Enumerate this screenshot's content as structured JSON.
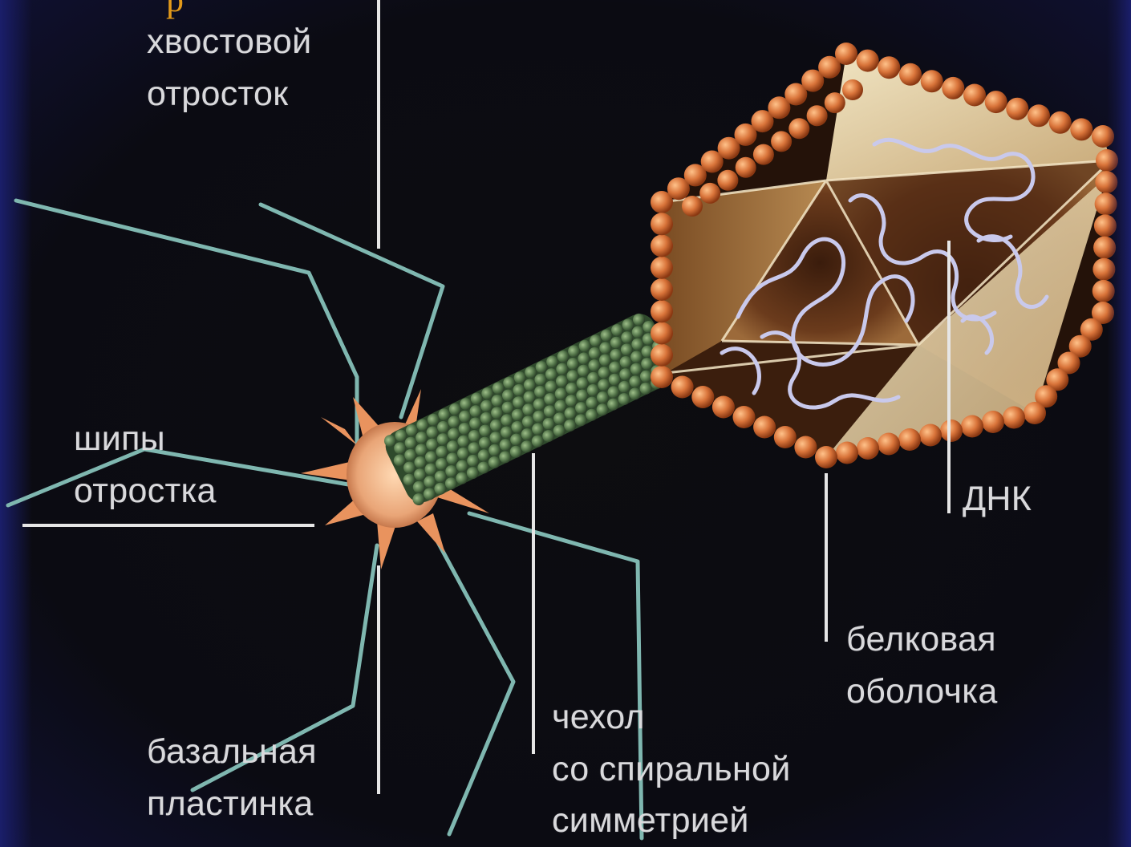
{
  "top_glyph": "р",
  "labels": {
    "tail_process": [
      "хвостовой",
      "отросток"
    ],
    "tail_spikes": [
      "шипы",
      "отростка"
    ],
    "dna": "ДНК",
    "protein_shell": [
      "белковая",
      "оболочка"
    ],
    "sheath": [
      "чехол",
      "со спиральной",
      "симметрией"
    ],
    "base_plate": [
      "базальная",
      "пластинка"
    ]
  },
  "colors": {
    "background": "#0b0b12",
    "head_beads": "#d9743a",
    "sheath": "#4e6f45",
    "fibers": "#7fb7b0",
    "dna": "#c9c9ec",
    "label": "#d9d9dc",
    "top_glyph": "#e39a1a"
  }
}
